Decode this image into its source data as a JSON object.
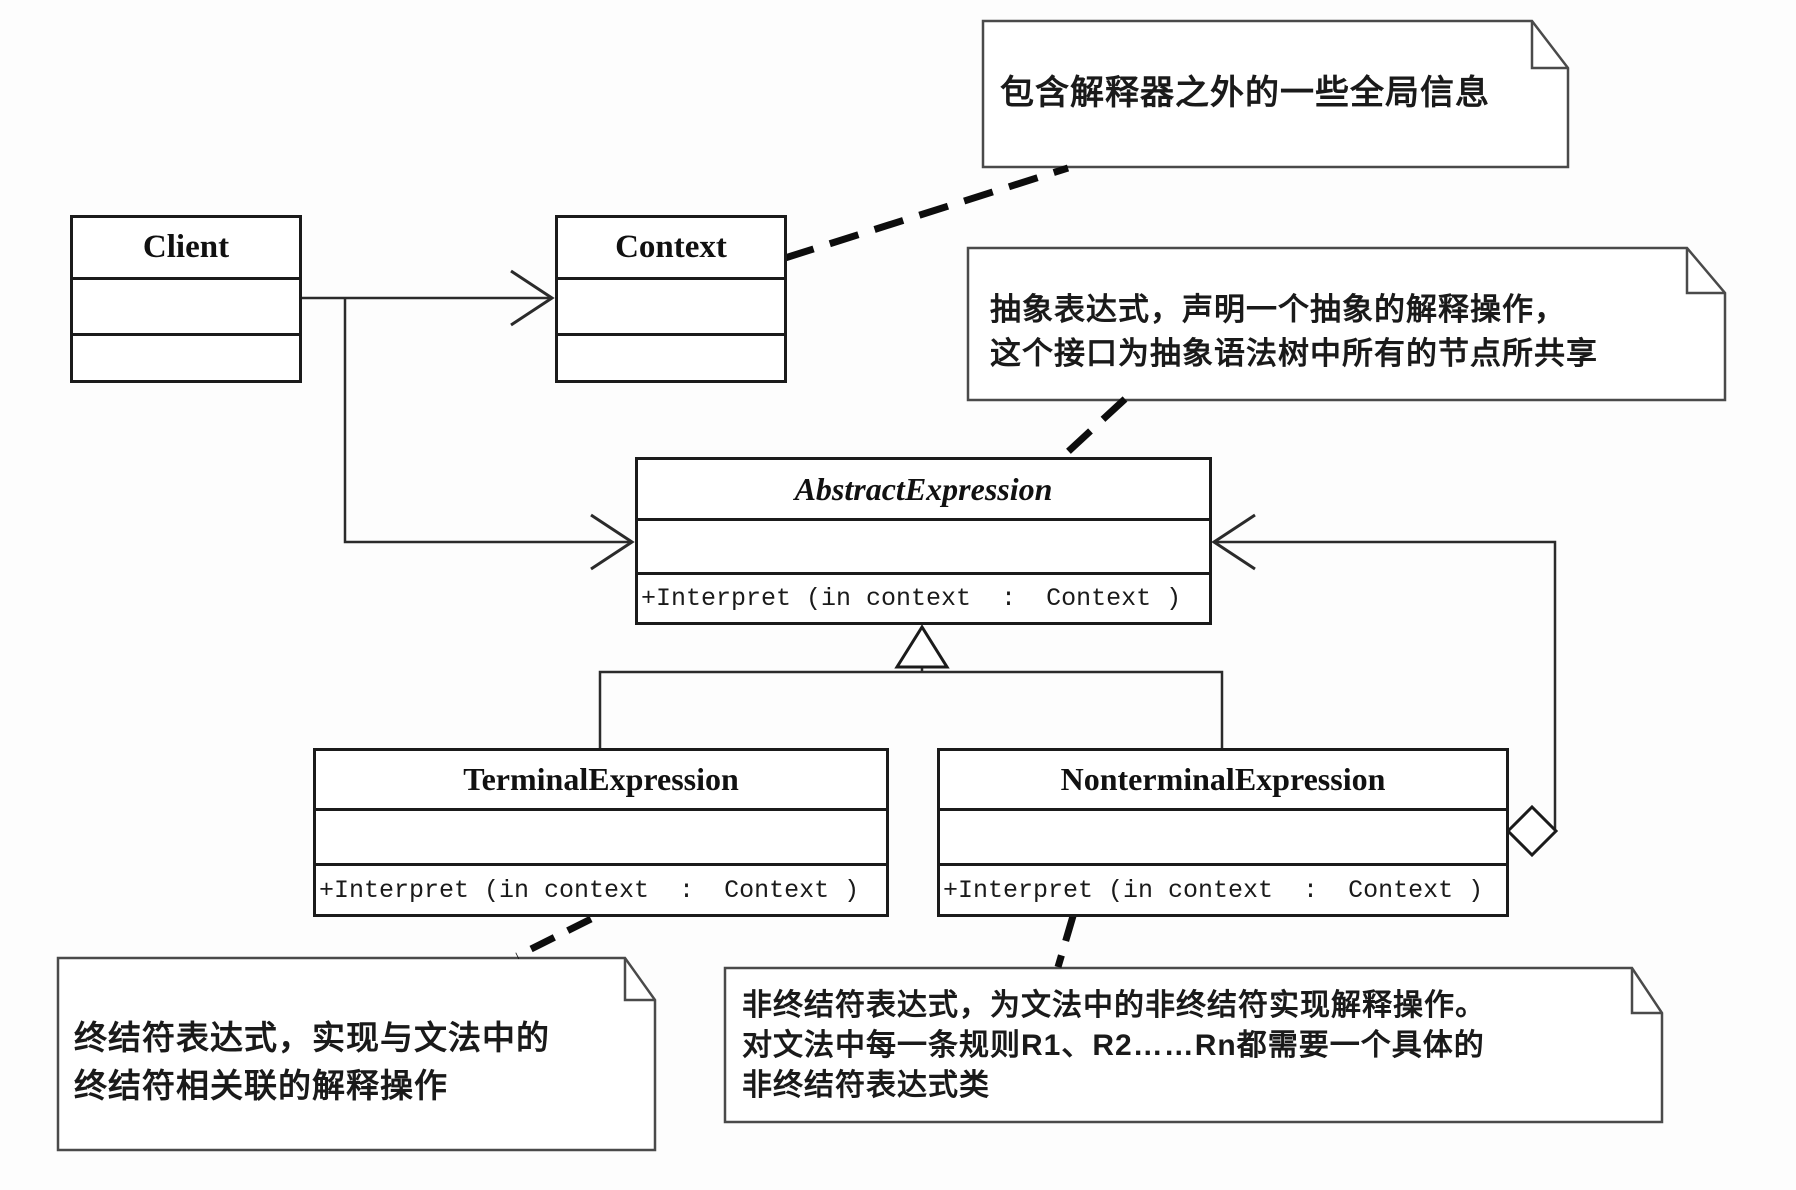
{
  "diagram_title": "Interpreter pattern UML class diagram",
  "colors": {
    "background": "#fdfdfd",
    "class_border": "#1b1b1b",
    "connector_line": "#2b2b2b",
    "note_border": "#4a4a4a",
    "dashed_line": "#0d0d0d",
    "shape_fill": "#ffffff"
  },
  "classes": {
    "client": {
      "name": "Client",
      "method": ""
    },
    "context": {
      "name": "Context",
      "method": ""
    },
    "abstract_expression": {
      "name": "AbstractExpression",
      "method": "+Interpret (in context  :  Context )"
    },
    "terminal_expression": {
      "name": "TerminalExpression",
      "method": "+Interpret (in context  :  Context )"
    },
    "nonterminal_expression": {
      "name": "NonterminalExpression",
      "method": "+Interpret (in context  :  Context )"
    }
  },
  "notes": {
    "context_note": {
      "lines": [
        "包含解释器之外的一些全局信息"
      ]
    },
    "abstract_note": {
      "lines": [
        "抽象表达式，声明一个抽象的解释操作，",
        "这个接口为抽象语法树中所有的节点所共享"
      ]
    },
    "terminal_note": {
      "lines": [
        "终结符表达式，实现与文法中的",
        "终结符相关联的解释操作"
      ]
    },
    "nonterminal_note": {
      "lines": [
        "非终结符表达式，为文法中的非终结符实现解释操作。",
        "对文法中每一条规则R1、R2……Rn都需要一个具体的",
        "非终结符表达式类"
      ]
    }
  },
  "relationships": {
    "client_to_context": "association",
    "client_to_abstract": "association",
    "abstract_to_subclasses": "generalization",
    "nonterminal_to_abstract": "aggregation"
  }
}
